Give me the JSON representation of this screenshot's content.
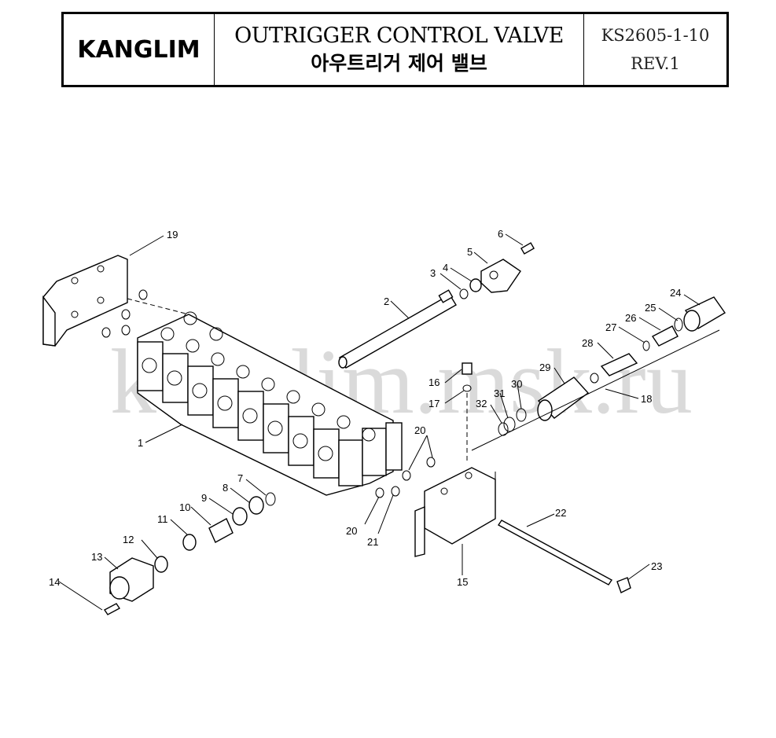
{
  "header": {
    "logo": "KANGLIM",
    "title_en": "OUTRIGGER CONTROL VALVE",
    "title_kr": "아우트리거 제어 밸브",
    "doc_code": "KS2605-1-10",
    "revision": "REV.1"
  },
  "watermark": "kanglim.msk.ru",
  "callouts": {
    "c1": "1",
    "c2": "2",
    "c3": "3",
    "c4": "4",
    "c5": "5",
    "c6": "6",
    "c7": "7",
    "c8": "8",
    "c9": "9",
    "c10": "10",
    "c11": "11",
    "c12": "12",
    "c13": "13",
    "c14": "14",
    "c15": "15",
    "c16": "16",
    "c17": "17",
    "c18": "18",
    "c19": "19",
    "c20a": "20",
    "c20b": "20",
    "c21": "21",
    "c22": "22",
    "c23": "23",
    "c24": "24",
    "c25": "25",
    "c26": "26",
    "c27": "27",
    "c28": "28",
    "c29": "29",
    "c30": "30",
    "c31": "31",
    "c32": "32"
  }
}
